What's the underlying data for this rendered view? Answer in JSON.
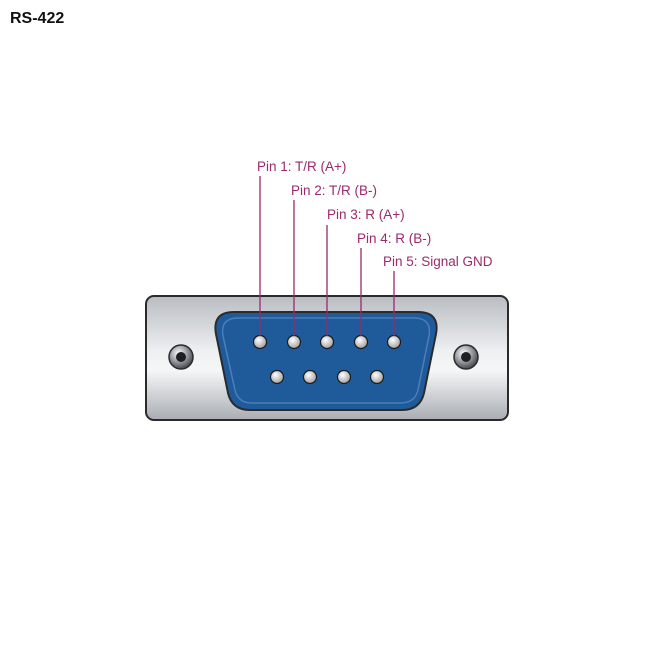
{
  "title": "RS-422",
  "labels": [
    "Pin 1: T/R (A+)",
    "Pin 2: T/R (B-)",
    "Pin 3: R (A+)",
    "Pin 4: R (B-)",
    "Pin 5: Signal GND"
  ],
  "colors": {
    "label": "#9b2a6a",
    "connector_blue": "#1f5a9a",
    "shell_gray": "#cfd2d6",
    "outline": "#2b2b2b",
    "pin": "#d9d9d9"
  }
}
